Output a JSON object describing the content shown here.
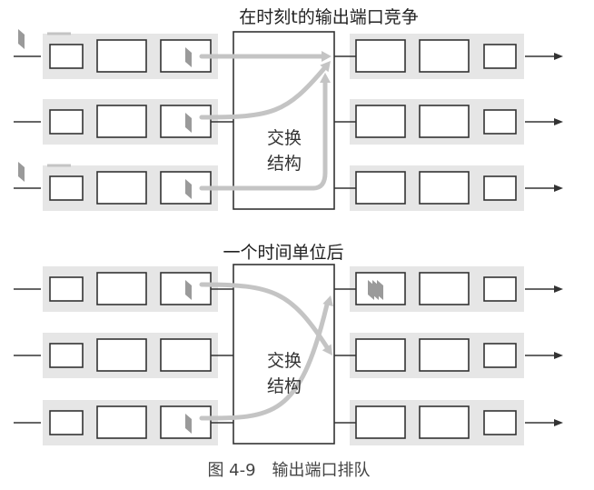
{
  "panels": [
    {
      "title": "在时刻t的输出端口竞争",
      "switch_label_1": "交换",
      "switch_label_2": "结构"
    },
    {
      "title": "一个时间单位后",
      "switch_label_1": "交换",
      "switch_label_2": "结构"
    }
  ],
  "caption": "图 4-9　输出端口排队",
  "colors": {
    "band": "#e6e6e6",
    "packet": "#9a9a9a",
    "path": "#c4c4c4",
    "line": "#333333"
  }
}
